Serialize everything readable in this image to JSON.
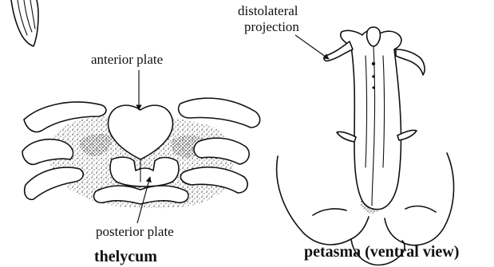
{
  "labels": {
    "anterior_plate": "anterior plate",
    "posterior_plate": "posterior plate",
    "thelycum": "thelycum",
    "distolateral_line1": "distolateral",
    "distolateral_line2": "projection",
    "petasma": "petasma (ventral view)"
  },
  "colors": {
    "ink": "#111111",
    "background": "#ffffff"
  }
}
